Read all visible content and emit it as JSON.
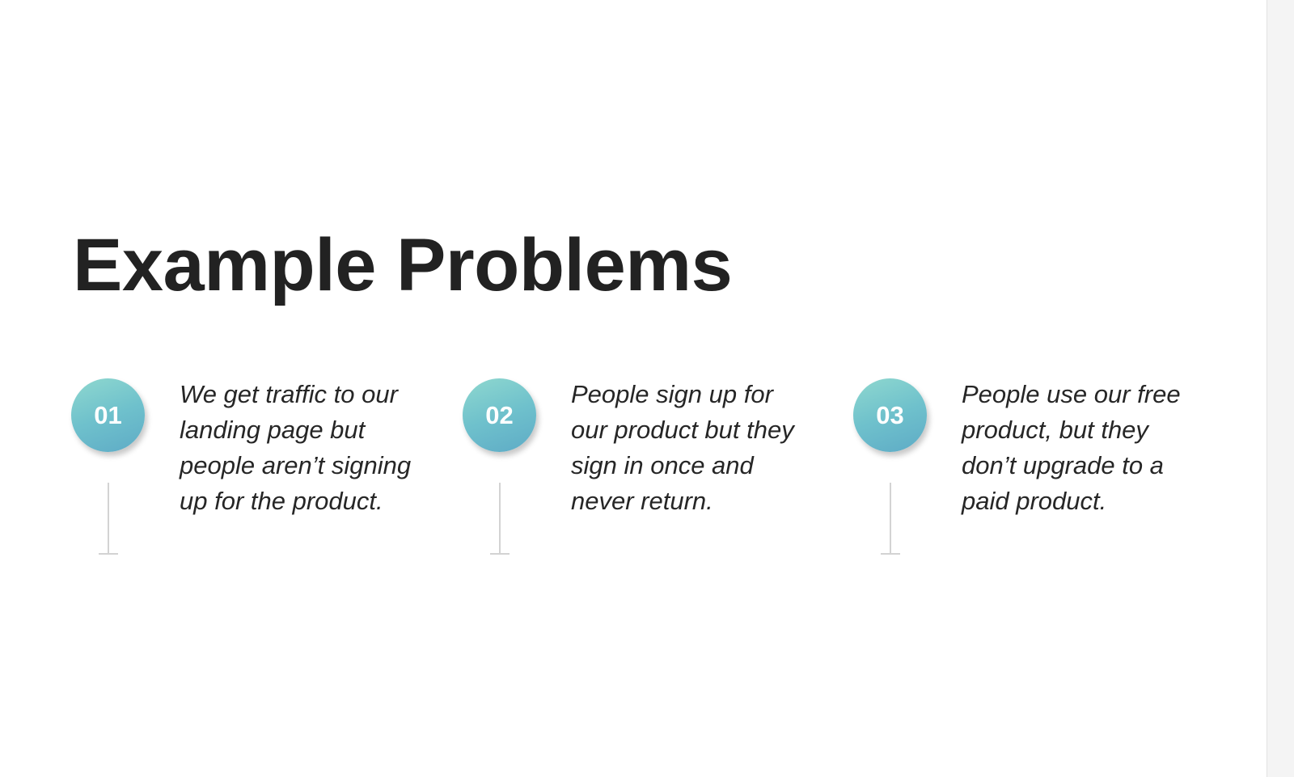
{
  "slide": {
    "title": "Example Problems",
    "accent_gradient": [
      "#8fd8cf",
      "#5eabc6"
    ],
    "text_color": "#262626",
    "items": [
      {
        "number": "01",
        "text": "We get traffic to our landing page but people aren’t signing up for the product."
      },
      {
        "number": "02",
        "text": "People sign up for our product but they sign in once and never return."
      },
      {
        "number": "03",
        "text": "People use our free product, but they don’t upgrade to a paid product."
      }
    ]
  }
}
